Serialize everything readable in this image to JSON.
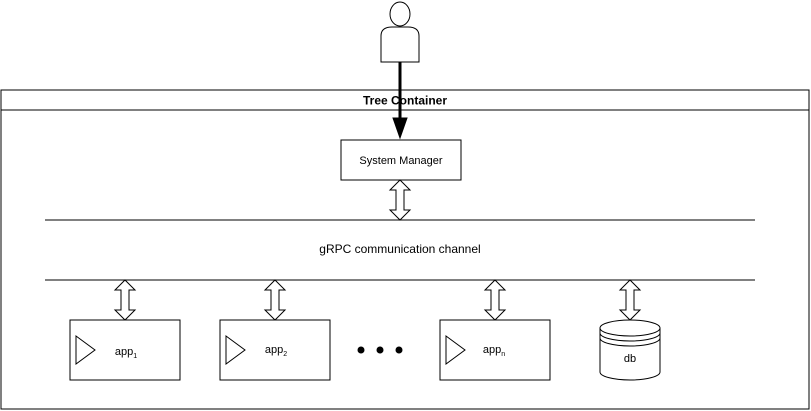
{
  "container": {
    "title": "Tree Container"
  },
  "system_manager": {
    "label": "System Manager"
  },
  "channel": {
    "label": "gRPC communication channel"
  },
  "apps": [
    {
      "base": "app",
      "sub": "1"
    },
    {
      "base": "app",
      "sub": "2"
    },
    {
      "base": "app",
      "sub": "n"
    }
  ],
  "database": {
    "label": "db"
  },
  "icons": {
    "user": "user-icon",
    "app": "play-triangle-icon",
    "ellipsis": "ellipsis-icon",
    "database": "database-cylinder-icon",
    "link": "double-arrow-icon"
  },
  "colors": {
    "stroke": "#000000",
    "fill": "#ffffff",
    "text": "#000000"
  }
}
